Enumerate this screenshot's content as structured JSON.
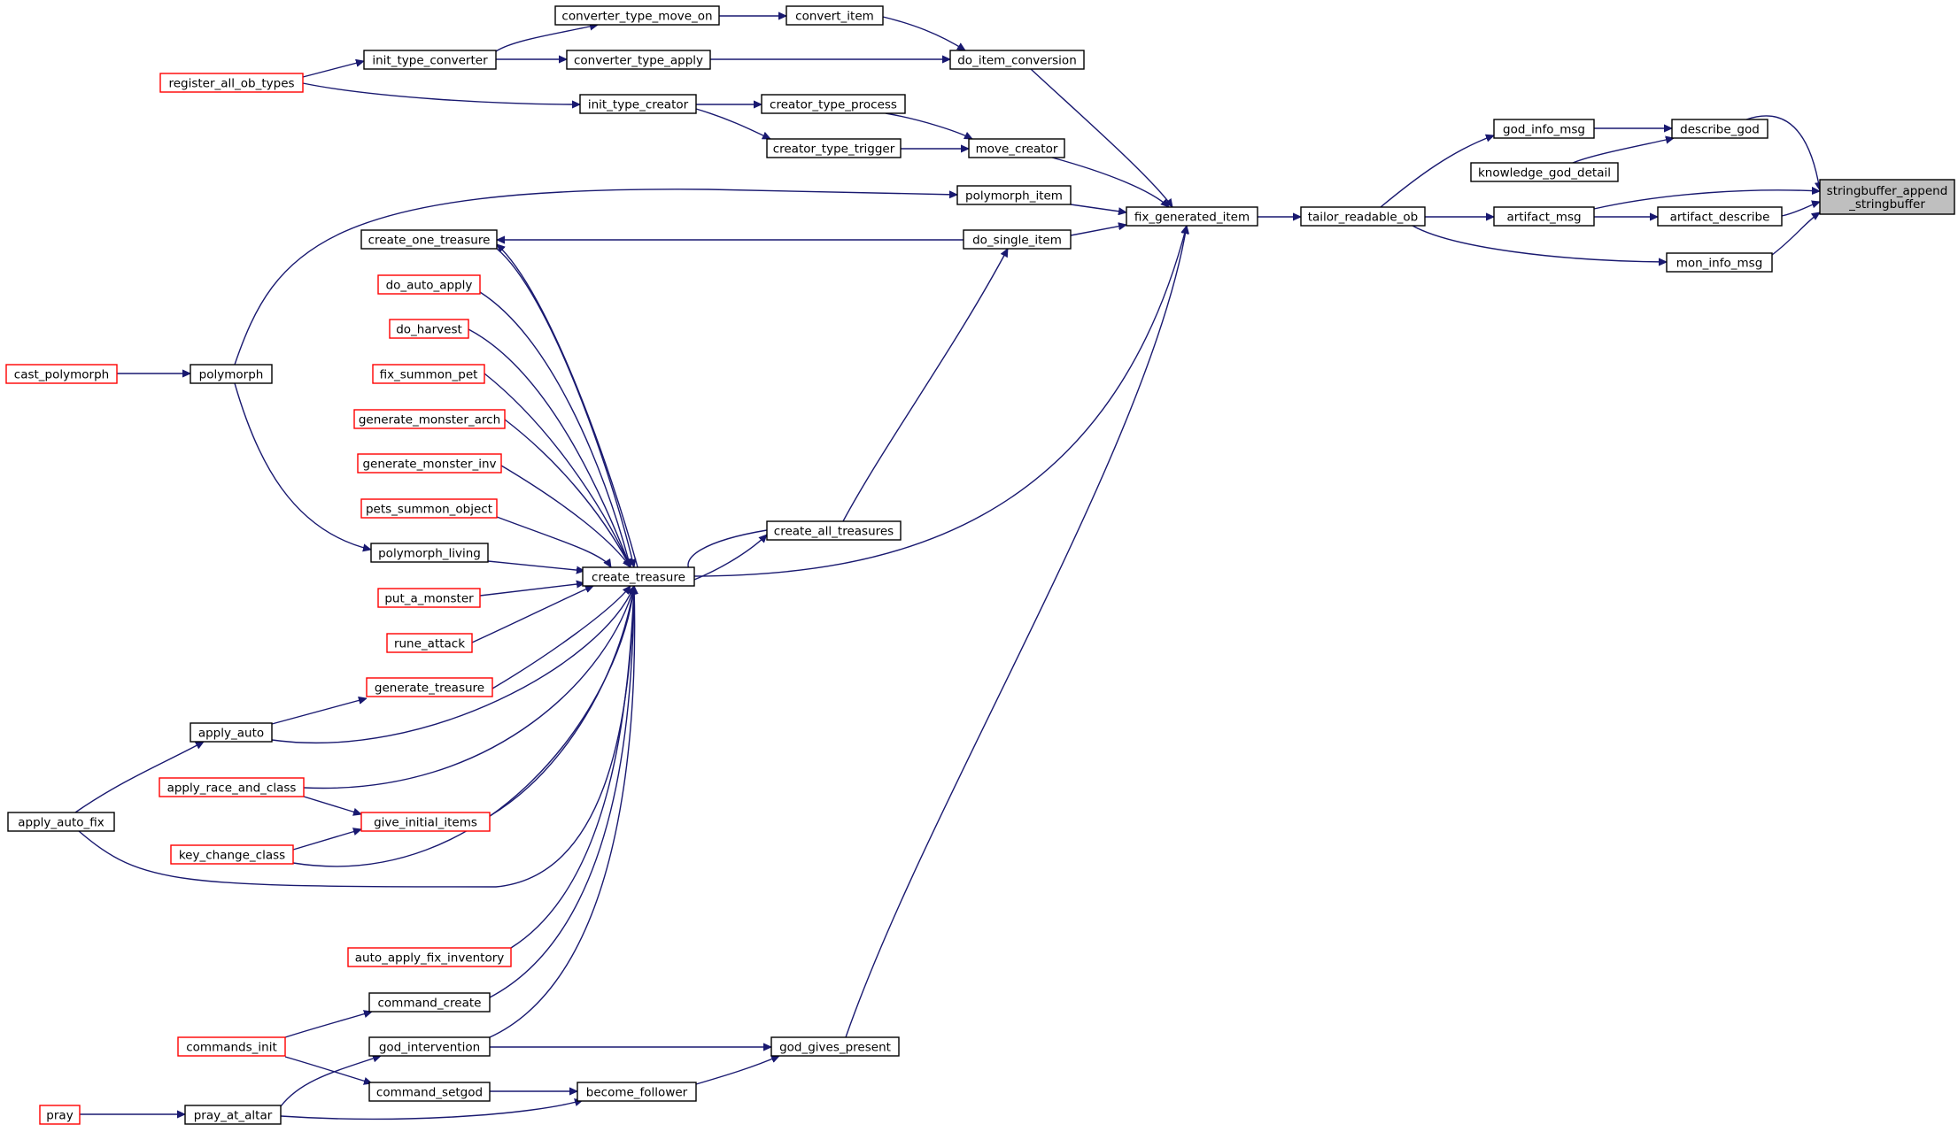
{
  "colors": {
    "edge": "#191970",
    "border": "#000000",
    "border_incomplete": "#ff0000",
    "highlight": "#bfbfbf"
  },
  "nodes": [
    {
      "id": "stringbuffer_append_stringbuffer",
      "lines": [
        "stringbuffer_append",
        "_stringbuffer"
      ],
      "style": "highlight"
    },
    {
      "id": "describe_god",
      "lines": [
        "describe_god"
      ],
      "style": "black"
    },
    {
      "id": "god_info_msg",
      "lines": [
        "god_info_msg"
      ],
      "style": "black"
    },
    {
      "id": "knowledge_god_detail",
      "lines": [
        "knowledge_god_detail"
      ],
      "style": "black"
    },
    {
      "id": "artifact_describe",
      "lines": [
        "artifact_describe"
      ],
      "style": "black"
    },
    {
      "id": "artifact_msg",
      "lines": [
        "artifact_msg"
      ],
      "style": "black"
    },
    {
      "id": "mon_info_msg",
      "lines": [
        "mon_info_msg"
      ],
      "style": "black"
    },
    {
      "id": "tailor_readable_ob",
      "lines": [
        "tailor_readable_ob"
      ],
      "style": "black"
    },
    {
      "id": "fix_generated_item",
      "lines": [
        "fix_generated_item"
      ],
      "style": "black"
    },
    {
      "id": "do_item_conversion",
      "lines": [
        "do_item_conversion"
      ],
      "style": "black"
    },
    {
      "id": "convert_item",
      "lines": [
        "convert_item"
      ],
      "style": "black"
    },
    {
      "id": "converter_type_move_on",
      "lines": [
        "converter_type_move_on"
      ],
      "style": "black"
    },
    {
      "id": "converter_type_apply",
      "lines": [
        "converter_type_apply"
      ],
      "style": "black"
    },
    {
      "id": "init_type_converter",
      "lines": [
        "init_type_converter"
      ],
      "style": "black"
    },
    {
      "id": "register_all_ob_types",
      "lines": [
        "register_all_ob_types"
      ],
      "style": "red"
    },
    {
      "id": "init_type_creator",
      "lines": [
        "init_type_creator"
      ],
      "style": "black"
    },
    {
      "id": "creator_type_process",
      "lines": [
        "creator_type_process"
      ],
      "style": "black"
    },
    {
      "id": "creator_type_trigger",
      "lines": [
        "creator_type_trigger"
      ],
      "style": "black"
    },
    {
      "id": "move_creator",
      "lines": [
        "move_creator"
      ],
      "style": "black"
    },
    {
      "id": "polymorph_item",
      "lines": [
        "polymorph_item"
      ],
      "style": "black"
    },
    {
      "id": "do_single_item",
      "lines": [
        "do_single_item"
      ],
      "style": "black"
    },
    {
      "id": "create_one_treasure",
      "lines": [
        "create_one_treasure"
      ],
      "style": "black"
    },
    {
      "id": "do_auto_apply",
      "lines": [
        "do_auto_apply"
      ],
      "style": "red"
    },
    {
      "id": "do_harvest",
      "lines": [
        "do_harvest"
      ],
      "style": "red"
    },
    {
      "id": "fix_summon_pet",
      "lines": [
        "fix_summon_pet"
      ],
      "style": "red"
    },
    {
      "id": "generate_monster_arch",
      "lines": [
        "generate_monster_arch"
      ],
      "style": "red"
    },
    {
      "id": "generate_monster_inv",
      "lines": [
        "generate_monster_inv"
      ],
      "style": "red"
    },
    {
      "id": "pets_summon_object",
      "lines": [
        "pets_summon_object"
      ],
      "style": "red"
    },
    {
      "id": "polymorph_living",
      "lines": [
        "polymorph_living"
      ],
      "style": "black"
    },
    {
      "id": "polymorph",
      "lines": [
        "polymorph"
      ],
      "style": "black"
    },
    {
      "id": "cast_polymorph",
      "lines": [
        "cast_polymorph"
      ],
      "style": "red"
    },
    {
      "id": "create_all_treasures",
      "lines": [
        "create_all_treasures"
      ],
      "style": "black"
    },
    {
      "id": "create_treasure",
      "lines": [
        "create_treasure"
      ],
      "style": "black"
    },
    {
      "id": "put_a_monster",
      "lines": [
        "put_a_monster"
      ],
      "style": "red"
    },
    {
      "id": "rune_attack",
      "lines": [
        "rune_attack"
      ],
      "style": "red"
    },
    {
      "id": "generate_treasure",
      "lines": [
        "generate_treasure"
      ],
      "style": "red"
    },
    {
      "id": "apply_auto",
      "lines": [
        "apply_auto"
      ],
      "style": "black"
    },
    {
      "id": "apply_race_and_class",
      "lines": [
        "apply_race_and_class"
      ],
      "style": "red"
    },
    {
      "id": "apply_auto_fix",
      "lines": [
        "apply_auto_fix"
      ],
      "style": "black"
    },
    {
      "id": "give_initial_items",
      "lines": [
        "give_initial_items"
      ],
      "style": "red"
    },
    {
      "id": "key_change_class",
      "lines": [
        "key_change_class"
      ],
      "style": "red"
    },
    {
      "id": "auto_apply_fix_inventory",
      "lines": [
        "auto_apply_fix_inventory"
      ],
      "style": "red"
    },
    {
      "id": "command_create",
      "lines": [
        "command_create"
      ],
      "style": "black"
    },
    {
      "id": "commands_init",
      "lines": [
        "commands_init"
      ],
      "style": "red"
    },
    {
      "id": "god_intervention",
      "lines": [
        "god_intervention"
      ],
      "style": "black"
    },
    {
      "id": "god_gives_present",
      "lines": [
        "god_gives_present"
      ],
      "style": "black"
    },
    {
      "id": "command_setgod",
      "lines": [
        "command_setgod"
      ],
      "style": "black"
    },
    {
      "id": "become_follower",
      "lines": [
        "become_follower"
      ],
      "style": "black"
    },
    {
      "id": "pray",
      "lines": [
        "pray"
      ],
      "style": "red"
    },
    {
      "id": "pray_at_altar",
      "lines": [
        "pray_at_altar"
      ],
      "style": "black"
    }
  ],
  "edges": [
    {
      "from": "describe_god",
      "to": "stringbuffer_append_stringbuffer"
    },
    {
      "from": "artifact_describe",
      "to": "stringbuffer_append_stringbuffer"
    },
    {
      "from": "artifact_msg",
      "to": "stringbuffer_append_stringbuffer"
    },
    {
      "from": "mon_info_msg",
      "to": "stringbuffer_append_stringbuffer"
    },
    {
      "from": "god_info_msg",
      "to": "describe_god"
    },
    {
      "from": "knowledge_god_detail",
      "to": "describe_god"
    },
    {
      "from": "artifact_msg",
      "to": "artifact_describe"
    },
    {
      "from": "tailor_readable_ob",
      "to": "god_info_msg"
    },
    {
      "from": "tailor_readable_ob",
      "to": "artifact_msg"
    },
    {
      "from": "tailor_readable_ob",
      "to": "mon_info_msg"
    },
    {
      "from": "fix_generated_item",
      "to": "tailor_readable_ob"
    },
    {
      "from": "do_item_conversion",
      "to": "fix_generated_item"
    },
    {
      "from": "move_creator",
      "to": "fix_generated_item"
    },
    {
      "from": "polymorph_item",
      "to": "fix_generated_item"
    },
    {
      "from": "do_single_item",
      "to": "fix_generated_item"
    },
    {
      "from": "create_treasure",
      "to": "fix_generated_item"
    },
    {
      "from": "god_gives_present",
      "to": "fix_generated_item"
    },
    {
      "from": "convert_item",
      "to": "do_item_conversion"
    },
    {
      "from": "converter_type_apply",
      "to": "do_item_conversion"
    },
    {
      "from": "converter_type_move_on",
      "to": "convert_item"
    },
    {
      "from": "init_type_converter",
      "to": "converter_type_move_on"
    },
    {
      "from": "init_type_converter",
      "to": "converter_type_apply"
    },
    {
      "from": "register_all_ob_types",
      "to": "init_type_converter"
    },
    {
      "from": "register_all_ob_types",
      "to": "init_type_creator"
    },
    {
      "from": "creator_type_process",
      "to": "move_creator"
    },
    {
      "from": "creator_type_trigger",
      "to": "move_creator"
    },
    {
      "from": "init_type_creator",
      "to": "creator_type_process"
    },
    {
      "from": "init_type_creator",
      "to": "creator_type_trigger"
    },
    {
      "from": "polymorph",
      "to": "polymorph_item"
    },
    {
      "from": "create_all_treasures",
      "to": "do_single_item"
    },
    {
      "from": "do_single_item",
      "to": "create_one_treasure"
    },
    {
      "from": "create_treasure",
      "to": "create_one_treasure"
    },
    {
      "from": "create_one_treasure",
      "to": "create_treasure"
    },
    {
      "from": "do_auto_apply",
      "to": "create_treasure"
    },
    {
      "from": "do_harvest",
      "to": "create_treasure"
    },
    {
      "from": "fix_summon_pet",
      "to": "create_treasure"
    },
    {
      "from": "generate_monster_arch",
      "to": "create_treasure"
    },
    {
      "from": "generate_monster_inv",
      "to": "create_treasure"
    },
    {
      "from": "pets_summon_object",
      "to": "create_treasure"
    },
    {
      "from": "polymorph_living",
      "to": "create_treasure"
    },
    {
      "from": "put_a_monster",
      "to": "create_treasure"
    },
    {
      "from": "rune_attack",
      "to": "create_treasure"
    },
    {
      "from": "generate_treasure",
      "to": "create_treasure"
    },
    {
      "from": "apply_auto",
      "to": "create_treasure"
    },
    {
      "from": "apply_race_and_class",
      "to": "create_treasure"
    },
    {
      "from": "give_initial_items",
      "to": "create_treasure"
    },
    {
      "from": "key_change_class",
      "to": "create_treasure"
    },
    {
      "from": "auto_apply_fix_inventory",
      "to": "create_treasure"
    },
    {
      "from": "command_create",
      "to": "create_treasure"
    },
    {
      "from": "god_intervention",
      "to": "create_treasure"
    },
    {
      "from": "create_all_treasures",
      "to": "create_treasure"
    },
    {
      "from": "create_treasure",
      "to": "create_all_treasures"
    },
    {
      "from": "apply_auto_fix",
      "to": "create_treasure"
    },
    {
      "from": "cast_polymorph",
      "to": "polymorph"
    },
    {
      "from": "polymorph",
      "to": "polymorph_living"
    },
    {
      "from": "apply_auto",
      "to": "generate_treasure"
    },
    {
      "from": "apply_auto_fix",
      "to": "apply_auto"
    },
    {
      "from": "apply_race_and_class",
      "to": "give_initial_items"
    },
    {
      "from": "key_change_class",
      "to": "give_initial_items"
    },
    {
      "from": "commands_init",
      "to": "command_create"
    },
    {
      "from": "commands_init",
      "to": "command_setgod"
    },
    {
      "from": "god_intervention",
      "to": "god_gives_present"
    },
    {
      "from": "become_follower",
      "to": "god_gives_present"
    },
    {
      "from": "command_setgod",
      "to": "become_follower"
    },
    {
      "from": "pray_at_altar",
      "to": "become_follower"
    },
    {
      "from": "pray_at_altar",
      "to": "god_intervention"
    },
    {
      "from": "pray",
      "to": "pray_at_altar"
    }
  ]
}
